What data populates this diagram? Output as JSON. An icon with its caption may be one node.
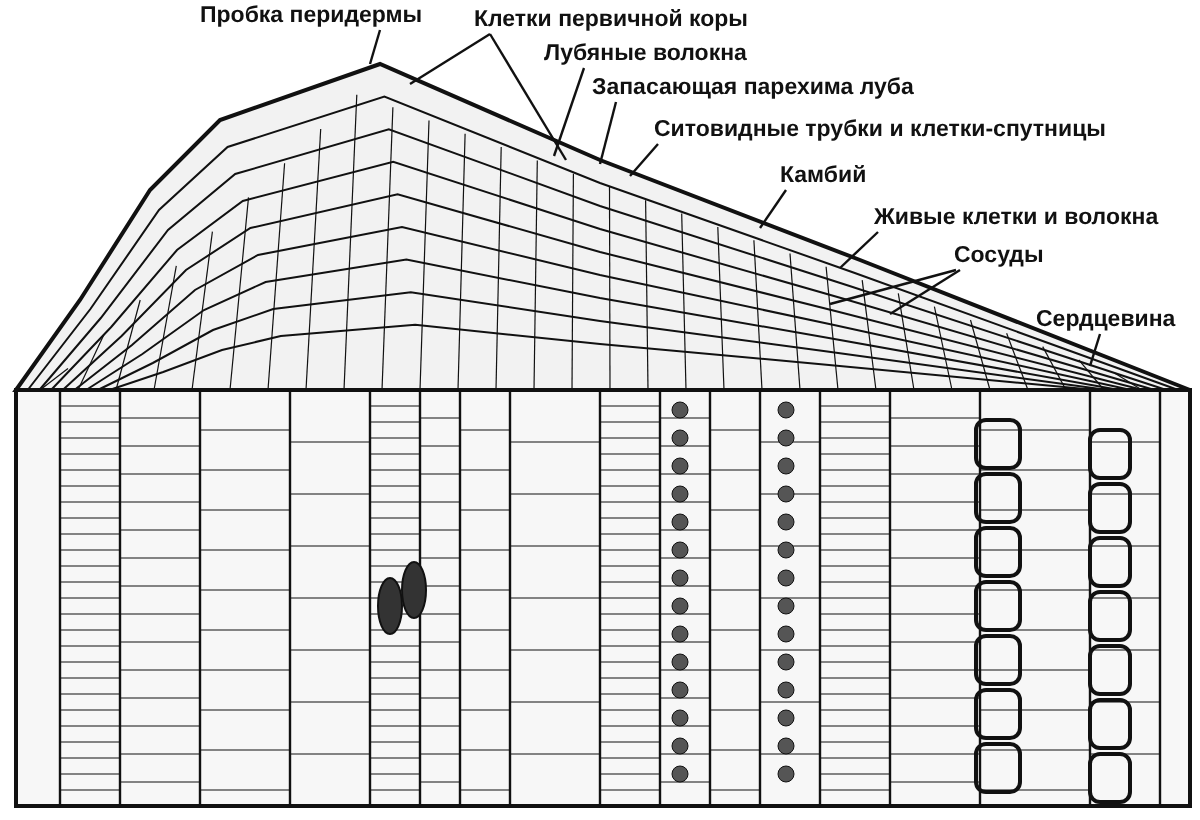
{
  "diagram": {
    "nodes": [
      {
        "text": [
          "Пробка перидермы"
        ]
      },
      {
        "text": [
          "Клетки первичной коры"
        ]
      },
      {
        "text": [
          "Лубяные волокна"
        ]
      },
      {
        "text": [
          "Запасающая парехима луба"
        ]
      },
      {
        "text": [
          "Ситовидные трубки и клетки-спутницы"
        ]
      },
      {
        "text": [
          "Камбий"
        ]
      },
      {
        "text": [
          "Живые клетки и волокна"
        ]
      },
      {
        "text": [
          "Сосуды"
        ]
      },
      {
        "text": [
          "Сердцевина"
        ]
      }
    ],
    "edges": [
      {
        "from": 0,
        "to": null,
        "arrow": "none"
      },
      {
        "from": 1,
        "to": null,
        "arrow": "none"
      },
      {
        "from": 1,
        "to": null,
        "arrow": "none"
      },
      {
        "from": 2,
        "to": null,
        "arrow": "none"
      },
      {
        "from": 3,
        "to": null,
        "arrow": "none"
      },
      {
        "from": 4,
        "to": null,
        "arrow": "none"
      },
      {
        "from": 5,
        "to": null,
        "arrow": "none"
      },
      {
        "from": 6,
        "to": null,
        "arrow": "none"
      },
      {
        "from": 7,
        "to": null,
        "arrow": "none"
      },
      {
        "from": 7,
        "to": null,
        "arrow": "none"
      },
      {
        "from": 8,
        "to": null,
        "arrow": "none"
      }
    ]
  }
}
